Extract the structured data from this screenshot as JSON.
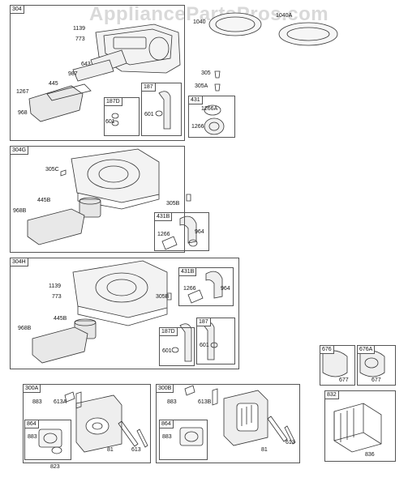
{
  "watermark": "AppliancePartsPros.com",
  "groups": {
    "g304": {
      "tag": "304",
      "parts": [
        "1139",
        "773",
        "643",
        "987",
        "445",
        "1267",
        "968"
      ]
    },
    "g187D_a": {
      "tag": "187D",
      "parts": [
        "601"
      ]
    },
    "g187_a": {
      "tag": "187",
      "parts": [
        "601"
      ]
    },
    "g431": {
      "tag": "431",
      "parts": [
        "1266A",
        "1266"
      ]
    },
    "loose_top": {
      "parts": [
        "1040",
        "1040A",
        "305",
        "305A"
      ]
    },
    "g304G": {
      "tag": "304G",
      "parts": [
        "305C",
        "445B",
        "968B"
      ]
    },
    "loose_mid": {
      "parts": [
        "305B"
      ]
    },
    "g431B_a": {
      "tag": "431B",
      "parts": [
        "1266",
        "964"
      ]
    },
    "g304H": {
      "tag": "304H",
      "parts": [
        "1139",
        "773",
        "445B",
        "968B",
        "305B"
      ]
    },
    "g431B_b": {
      "tag": "431B",
      "parts": [
        "1266",
        "964"
      ]
    },
    "g187D_b": {
      "tag": "187D",
      "parts": [
        "601"
      ]
    },
    "g187_b": {
      "tag": "187",
      "parts": [
        "601"
      ]
    },
    "g676": {
      "tag": "676",
      "parts": [
        "677"
      ]
    },
    "g676A": {
      "tag": "676A",
      "parts": [
        "677"
      ]
    },
    "g832": {
      "tag": "832",
      "parts": [
        "836"
      ]
    },
    "g300A": {
      "tag": "300A",
      "parts": [
        "883",
        "613A",
        "81",
        "613"
      ]
    },
    "g864_a": {
      "tag": "864",
      "parts": [
        "883"
      ]
    },
    "g300B": {
      "tag": "300B",
      "parts": [
        "883",
        "613B",
        "81",
        "613"
      ]
    },
    "g864_b": {
      "tag": "864",
      "parts": [
        "883"
      ]
    },
    "loose_bottom": {
      "parts": [
        "823"
      ]
    }
  }
}
